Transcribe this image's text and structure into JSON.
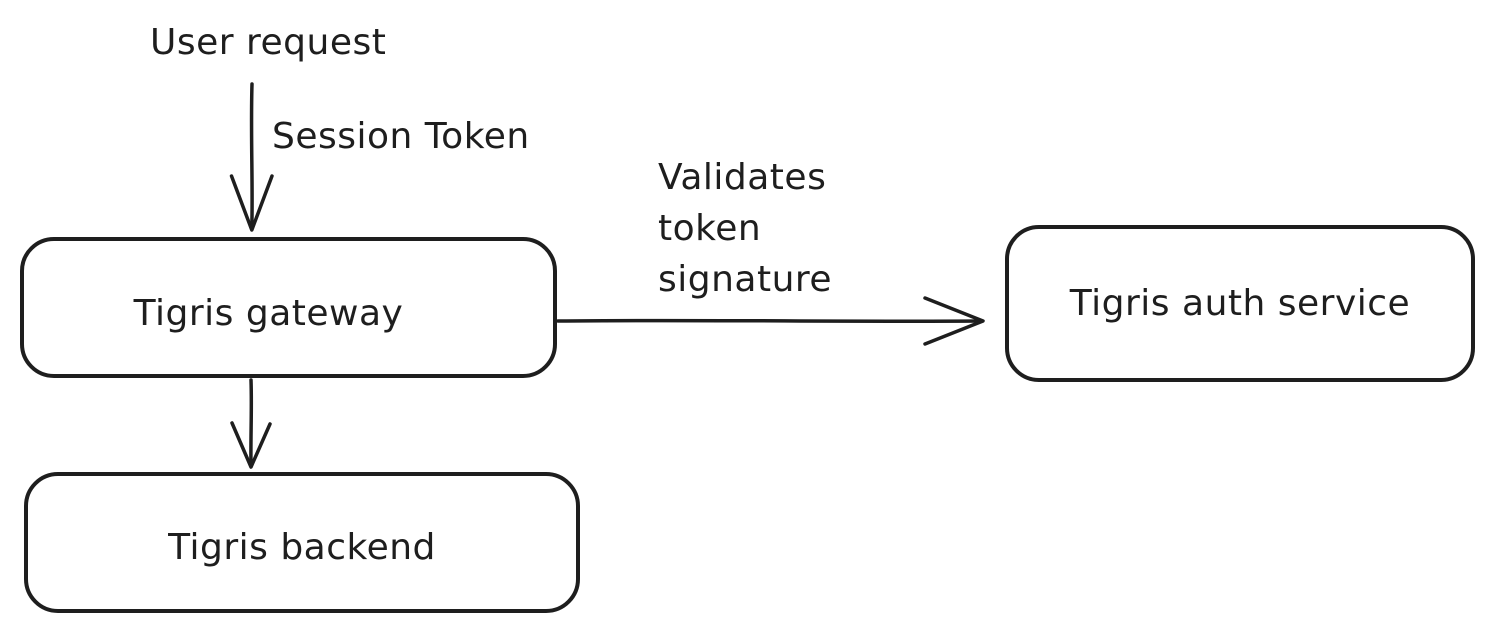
{
  "canvas": {
    "background": "#ffffff",
    "stroke_color": "#1e1e1e"
  },
  "diagram": {
    "nodes": {
      "gateway": {
        "label": "Tigris gateway"
      },
      "auth_service": {
        "label": "Tigris auth service"
      },
      "backend": {
        "label": "Tigris backend"
      }
    },
    "labels": {
      "user_request": "User request",
      "session_token": "Session Token",
      "validates": "Validates\ntoken\nsignature"
    },
    "edges": [
      {
        "from": "user_request",
        "to": "gateway",
        "label": "Session Token",
        "direction": "down"
      },
      {
        "from": "gateway",
        "to": "auth_service",
        "label": "Validates token signature",
        "direction": "right"
      },
      {
        "from": "gateway",
        "to": "backend",
        "label": "",
        "direction": "down"
      }
    ]
  }
}
